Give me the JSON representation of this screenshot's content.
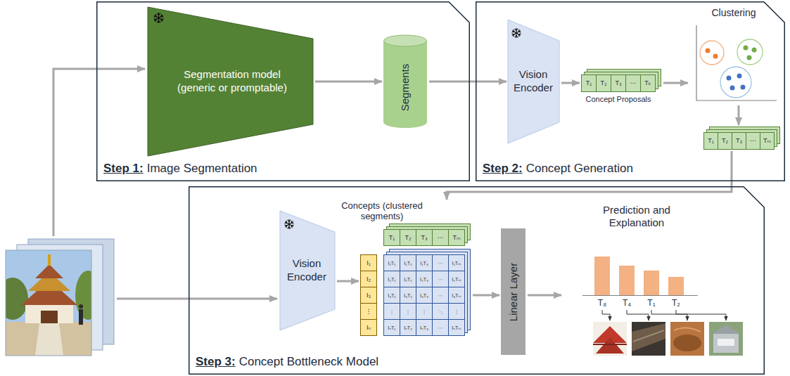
{
  "diagram": {
    "nodes": [
      {
        "text": [
          "Step 1:",
          "Image Segmentation"
        ]
      },
      {
        "text": [
          "Segmentation model (generic or promptable)"
        ],
        "in": 0
      },
      {
        "text": [
          "Segments"
        ],
        "in": 0
      },
      {
        "text": [
          "Step 2:",
          "Concept Generation"
        ]
      },
      {
        "text": [
          "Vision Encoder"
        ],
        "in": 3
      },
      {
        "text": [
          "T₁",
          "T₂",
          "T₃",
          "⋯",
          "Tₖ",
          "Concept Proposals"
        ],
        "in": 3
      },
      {
        "text": [
          "Clustering"
        ],
        "in": 3
      },
      {
        "text": [
          "T₁",
          "T₂",
          "T₃",
          "⋯",
          "Tₘ"
        ],
        "in": 3
      },
      {
        "text": [
          "Step 3:",
          "Concept Bottleneck Model"
        ]
      },
      {
        "text": [
          "Vision Encoder"
        ],
        "in": 8
      },
      {
        "text": [
          "Concepts (clustered segments)",
          "T₁",
          "T₂",
          "T₃",
          "⋯",
          "Tₘ"
        ],
        "in": 8
      },
      {
        "text": [
          "I₁",
          "I₂",
          "I₃",
          "⋮",
          "Iₙ"
        ],
        "in": 8
      },
      {
        "text": [
          "I₁T₁",
          "I₁T₂",
          "I₁T₃",
          "⋯",
          "I₁Tₘ",
          "I₂T₁",
          "I₂T₂",
          "I₂T₃",
          "⋯",
          "I₂Tₘ",
          "I₃T₁",
          "I₃T₂",
          "I₃T₃",
          "⋯",
          "I₃Tₘ",
          "⋮",
          "⋮",
          "⋮",
          "⋱",
          "⋮",
          "IₙT₁",
          "IₙT₂",
          "IₙT₃",
          "⋯",
          "IₙTₘ"
        ],
        "in": 8
      },
      {
        "text": [
          "Linear Layer"
        ],
        "in": 8
      },
      {
        "text": [
          "Prediction and Explanation",
          "T₈",
          "T₄",
          "T₁",
          "T₂"
        ],
        "in": 8
      }
    ],
    "edges": [
      {
        "from": 1,
        "to": 2,
        "arrow": "to"
      },
      {
        "from": 2,
        "to": 4,
        "arrow": "to"
      },
      {
        "from": 4,
        "to": 5,
        "arrow": "to"
      },
      {
        "from": 5,
        "to": 6,
        "arrow": "to"
      },
      {
        "from": 6,
        "to": 7,
        "arrow": "to"
      },
      {
        "from": 7,
        "to": 10,
        "arrow": "to"
      },
      {
        "from": 9,
        "to": 11,
        "arrow": "to"
      },
      {
        "from": 12,
        "to": 13,
        "arrow": "to"
      },
      {
        "from": 13,
        "to": 14,
        "arrow": "to"
      }
    ]
  }
}
